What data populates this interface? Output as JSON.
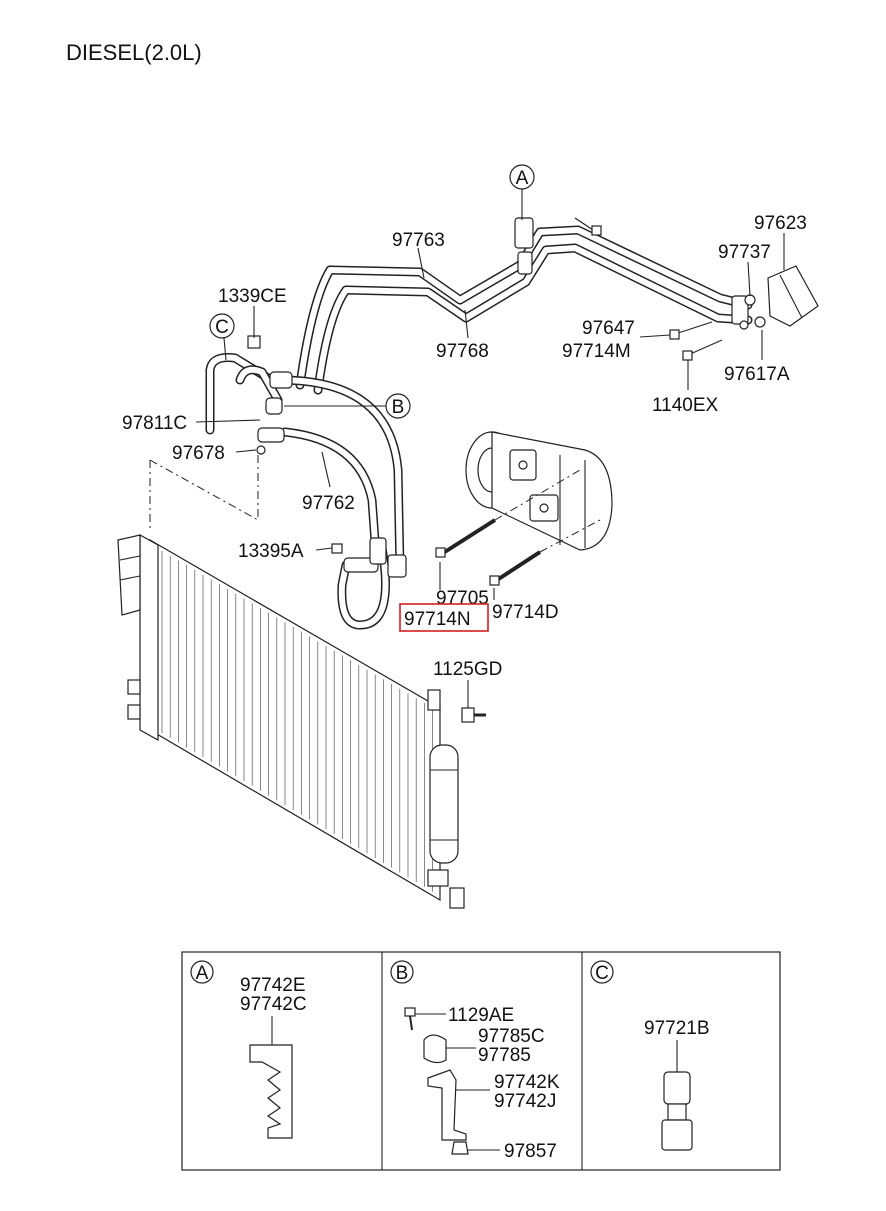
{
  "title": "DIESEL(2.0L)",
  "highlight_color": "#d42020",
  "parts": {
    "p97763": "97763",
    "p97768": "97768",
    "p97623": "97623",
    "p97737": "97737",
    "p97647": "97647",
    "p97714M": "97714M",
    "p97617A": "97617A",
    "p1140EX": "1140EX",
    "p1339CE": "1339CE",
    "p97811C": "97811C",
    "p97678": "97678",
    "p97762": "97762",
    "p13395A": "13395A",
    "p97705": "97705",
    "p97714N": "97714N",
    "p97714D": "97714D",
    "p1125GD": "1125GD"
  },
  "callouts": {
    "a": "A",
    "b": "B",
    "c": "C"
  },
  "detail": {
    "a": {
      "letter": "A",
      "line1": "97742E",
      "line2": "97742C"
    },
    "b": {
      "letter": "B",
      "l1": "1129AE",
      "l2": "97785C",
      "l3": "97785",
      "l4": "97742K",
      "l5": "97742J",
      "l6": "97857"
    },
    "c": {
      "letter": "C",
      "line1": "97721B"
    }
  }
}
